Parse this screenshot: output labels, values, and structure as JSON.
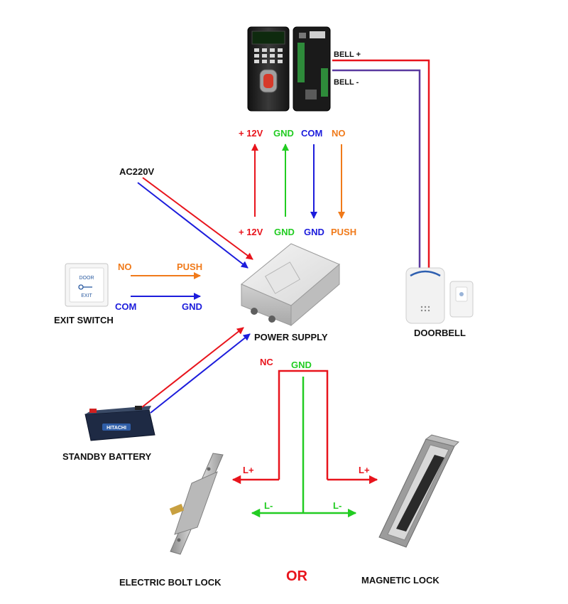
{
  "colors": {
    "red": "#e8141c",
    "green": "#22cc22",
    "blue": "#1c1cdc",
    "orange": "#f07a1a",
    "purple": "#5a3aa0",
    "text": "#111111"
  },
  "devices": {
    "power_supply": "POWER SUPPLY",
    "exit_switch": "EXIT SWITCH",
    "standby_battery": "STANDBY BATTERY",
    "doorbell": "DOORBELL",
    "electric_bolt_lock": "ELECTRIC BOLT LOCK",
    "magnetic_lock": "MAGNETIC LOCK",
    "access_controller": "fingerprint-access-controller"
  },
  "labels": {
    "ac220v": "AC220V",
    "bell_plus": "BELL +",
    "bell_minus": "BELL -",
    "controller_top": [
      "+ 12V",
      "GND",
      "COM",
      "NO"
    ],
    "psu_top": [
      "+ 12V",
      "GND",
      "GND",
      "PUSH"
    ],
    "exit_no": "NO",
    "exit_push": "PUSH",
    "exit_com": "COM",
    "exit_gnd": "GND",
    "nc": "NC",
    "gnd_lock": "GND",
    "l_plus_left": "L+",
    "l_plus_right": "L+",
    "l_minus_left": "L-",
    "l_minus_right": "L-",
    "or": "OR",
    "switch_face": [
      "DOOR",
      "EXIT"
    ],
    "battery_brand": "HITACHI"
  }
}
